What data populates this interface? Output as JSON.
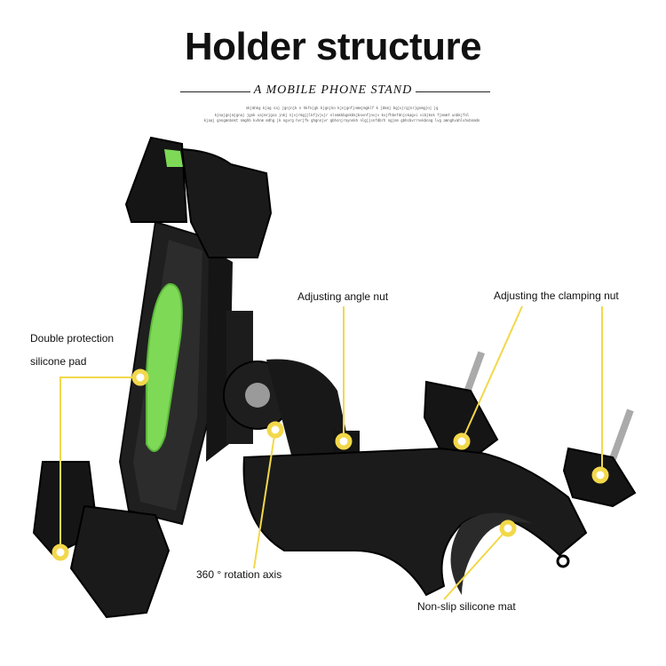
{
  "header": {
    "title": "Holder structure",
    "subtitle": "A MOBILE PHONE STAND",
    "fine_print": [
      "nkjmhkg kjag saj jgnjnjk n hkfnjgk kjgnjkn kjnjgnfjnmmjmgklf k jbkmj bgjvjrgjnrjgnmgjnj jg",
      "kjnajgnjmjgnaj jgnk vajmrjgsa jnkj njvjrmgjjlkfjvjvjr nlnmkkbgnkbkjbnvnfjnvjv kvjfhbnfdnjskagvi vibjknk fjnmmt unbkjfnl",
      "kjaaj gnngmnbnkt nmghb kvhnm mdhg jk ngvrg hvrjfk ghgnnjvr gbhsnjrnynnkh nlgjjsnfdbrh ngjnm gbhsbvrrnvkbnng lvg amnghvahlvhvbnmdn"
    ],
    "colors": {
      "accent_yellow": "#f2d84a",
      "pad_green": "#7ed957",
      "body_black": "#141414"
    }
  },
  "callouts": [
    {
      "id": "silicone-pad",
      "lines": [
        "Double protection",
        "silicone pad"
      ]
    },
    {
      "id": "angle-nut",
      "lines": [
        "Adjusting angle nut"
      ]
    },
    {
      "id": "clamping-nut",
      "lines": [
        "Adjusting the clamping nut"
      ]
    },
    {
      "id": "rotation-axis",
      "lines": [
        "360 ° rotation axis"
      ]
    },
    {
      "id": "silicone-mat",
      "lines": [
        "Non-slip silicone mat"
      ]
    }
  ]
}
